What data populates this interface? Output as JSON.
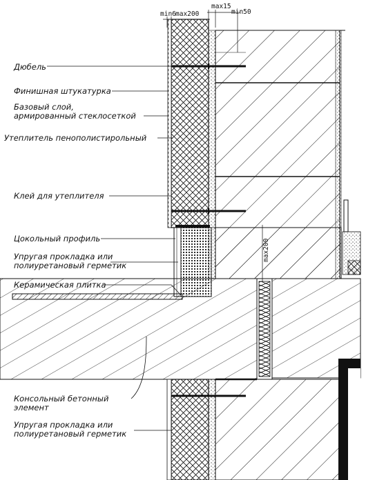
{
  "dimensions": {
    "min6": "min6",
    "max200_top": "max200",
    "max15": "max15",
    "min50": "min50",
    "max200_side": "max200"
  },
  "labels": {
    "dowel": "Дюбель",
    "finish_plaster": "Финишная штукатурка",
    "base_layer_1": "Базовый слой,",
    "base_layer_2": "армированный стеклосеткой",
    "insulation": "Утеплитель пенополистирольный",
    "adhesive": "Клей для утеплителя",
    "plinth_profile": "Цокольный профиль",
    "gasket_1_line1": "Упругая прокладка или",
    "gasket_1_line2": "полиуретановый герметик",
    "ceramic_tile": "Керамическая плитка",
    "console_1": "Консольный бетонный",
    "console_2": "элемент",
    "gasket_2_line1": "Упругая прокладка или",
    "gasket_2_line2": "полиуретановый герметик"
  },
  "colors": {
    "ink": "#111111",
    "paper": "#ffffff"
  }
}
